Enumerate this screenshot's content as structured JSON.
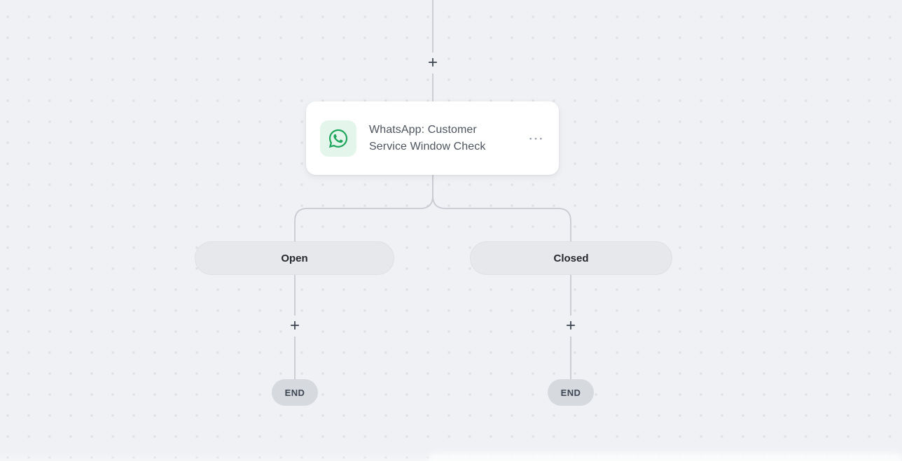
{
  "canvas": {
    "add_button_label": "+",
    "node": {
      "title": "WhatsApp: Customer Service Window Check",
      "icon": "whatsapp-icon",
      "menu_label": "⋯"
    },
    "branches": [
      {
        "label": "Open",
        "add_button_label": "+",
        "end_label": "END"
      },
      {
        "label": "Closed",
        "add_button_label": "+",
        "end_label": "END"
      }
    ]
  },
  "colors": {
    "canvas_background": "#eff1f4",
    "grid_dot": "#dddfe3",
    "connector_line": "#c8cbd1",
    "card_background": "#ffffff",
    "whatsapp_green": "#1ea55b",
    "whatsapp_icon_background": "#e4f6ec",
    "branch_pill_background": "#e7e8eb",
    "end_pill_background": "#d6d9dd",
    "node_title_text": "#4d545e"
  }
}
